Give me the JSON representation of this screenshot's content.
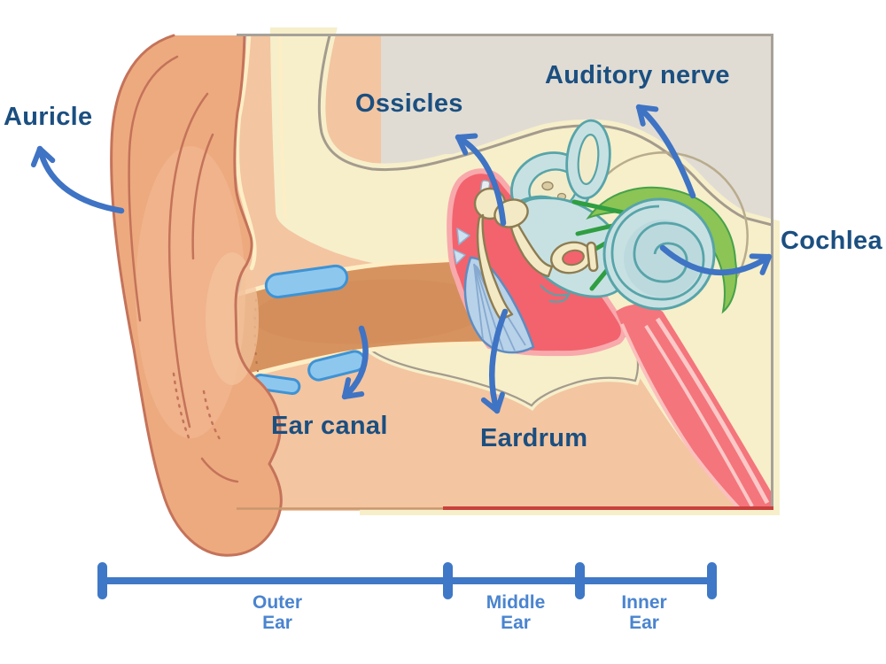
{
  "figure": {
    "type": "anatomy-diagram",
    "subject": "Human ear anatomy (outer, middle and inner ear cross-section)"
  },
  "labels": {
    "auricle": "Auricle",
    "ossicles": "Ossicles",
    "auditory_nerve": "Auditory nerve",
    "cochlea": "Cochlea",
    "ear_canal": "Ear canal",
    "eardrum": "Eardrum"
  },
  "scale": {
    "sections": [
      {
        "line1": "Outer",
        "line2": "Ear"
      },
      {
        "line1": "Middle",
        "line2": "Ear"
      },
      {
        "line1": "Inner",
        "line2": "Ear"
      }
    ]
  },
  "icons": {
    "arrows": [
      "auricle-arrow",
      "ossicles-arrow",
      "auditory-nerve-arrow",
      "cochlea-arrow",
      "ear-canal-arrow",
      "eardrum-arrow"
    ]
  },
  "colors": {
    "label_text": "#1b4f80",
    "arrow": "#3f73c4",
    "scale_bar": "#3f78c6",
    "scale_text": "#4a84cf",
    "skin": "#edaa7f",
    "skin_light": "#f3c5a1",
    "ear_outline": "#c4735a",
    "ear_canal": "#d7935f",
    "skin_rim_cream": "#fdeec6",
    "bone_cream": "#f6efca",
    "bone_speckle_outline": "#998a62",
    "panel_gray": "#e0dcd4",
    "panel_border": "#a7a199",
    "middle_ear_red": "#f2636e",
    "red_rim_pink": "#f8a9ac",
    "eustachian_red": "#f4757c",
    "inner_ear_blue": "#c7e1e3",
    "inner_ear_outline": "#57a4a9",
    "nerve_green": "#8cc455",
    "nerve_green_dark": "#2f9e41",
    "cartilage_blue": "#8ec7ee",
    "cartilage_outline": "#3e93d4",
    "eardrum_blue": "#b7d2e9"
  }
}
